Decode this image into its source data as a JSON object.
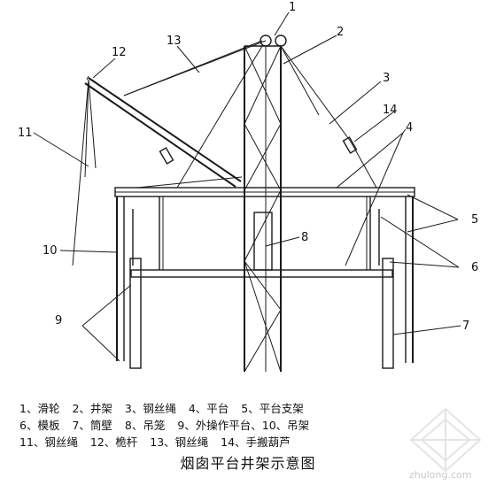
{
  "diagram": {
    "callouts": [
      "1",
      "2",
      "3",
      "4",
      "5",
      "6",
      "7",
      "8",
      "9",
      "10",
      "11",
      "12",
      "13",
      "14"
    ]
  },
  "legend": {
    "rows": [
      [
        "1、滑轮",
        "2、井架",
        "3、钢丝绳",
        "4、平台",
        "5、平台支架"
      ],
      [
        "6、模板",
        "7、筒壁",
        "8、吊笼",
        "9、外操作平台、10、吊架"
      ],
      [
        "11、钢丝绳",
        "12、桅杆",
        "13、钢丝绳",
        "14、手搬葫芦"
      ]
    ]
  },
  "caption": "烟囱平台井架示意图",
  "watermark": {
    "text": "zhulong.com",
    "logo": "zhulong-logo"
  }
}
